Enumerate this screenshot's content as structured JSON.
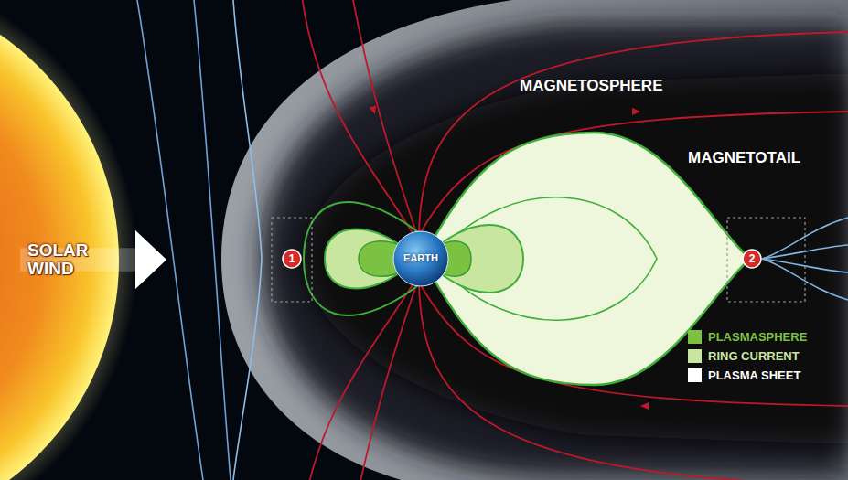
{
  "diagram": {
    "nodes": [
      {
        "text": [
          "SOLAR WIND"
        ]
      },
      {
        "text": [
          "EARTH"
        ]
      },
      {
        "text": [
          "1"
        ]
      },
      {
        "text": [
          "2"
        ]
      }
    ],
    "labels": [
      "MAGNETOSPHERE",
      "MAGNETOTAIL"
    ],
    "legend": [
      {
        "text": "PLASMASPHERE",
        "color": "#7cc242"
      },
      {
        "text": "RING CURRENT",
        "color": "#c8e6a0"
      },
      {
        "text": "PLASMA SHEET",
        "color": "#ffffff"
      }
    ]
  }
}
